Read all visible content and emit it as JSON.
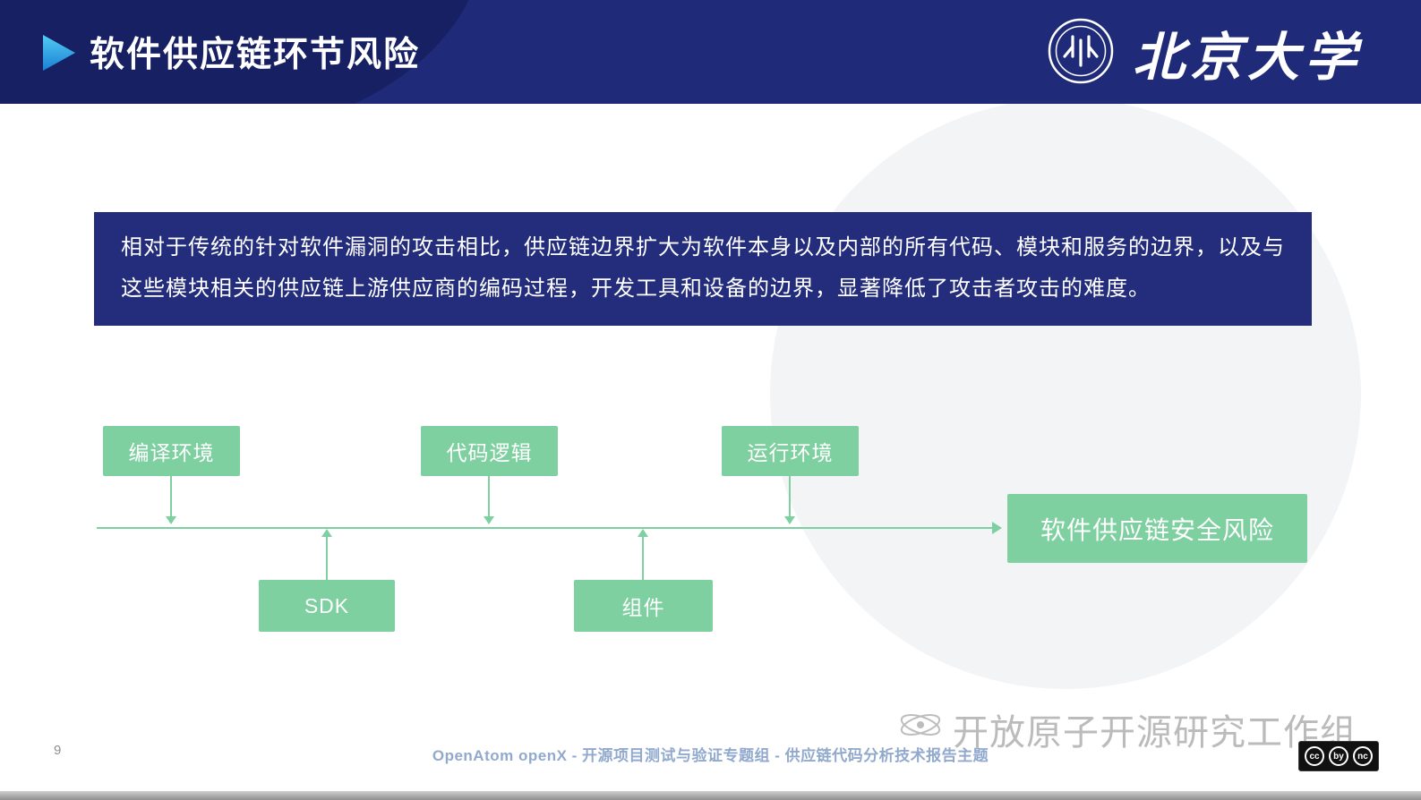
{
  "header": {
    "title": "软件供应链环节风险",
    "university_name": "北京大学"
  },
  "intro_box": {
    "text": "相对于传统的针对软件漏洞的攻击相比，供应链边界扩大为软件本身以及内部的所有代码、模块和服务的边界，以及与这些模块相关的供应链上游供应商的编码过程，开发工具和设备的边界，显著降低了攻击者攻击的难度。"
  },
  "diagram": {
    "top_nodes": [
      "编译环境",
      "代码逻辑",
      "运行环境"
    ],
    "bottom_nodes": [
      "SDK",
      "组件"
    ],
    "result_node": "软件供应链安全风险"
  },
  "footer": {
    "page_number": "9",
    "caption": "OpenAtom openX - 开源项目测试与验证专题组 - 供应链代码分析技术报告主题",
    "watermark": "开放原子开源研究工作组",
    "license_badges": [
      "cc",
      "by",
      "nc"
    ]
  },
  "colors": {
    "header_bg": "#1f2a78",
    "accent_blue": "#29aae3",
    "intro_bg": "#232d7c",
    "node_green": "#7ed0a0"
  }
}
